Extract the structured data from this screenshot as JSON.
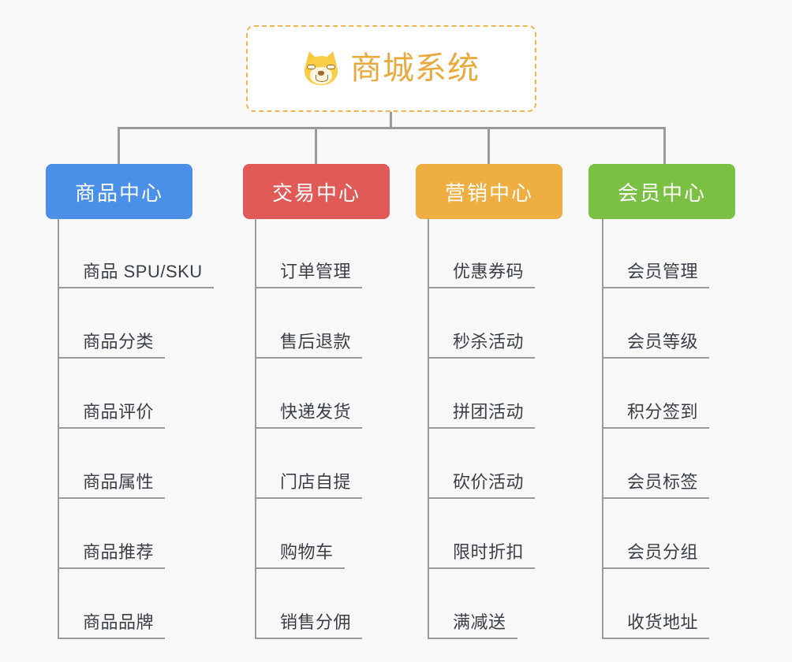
{
  "diagram": {
    "type": "mindmap-tree",
    "background_color": "#f8f8f8",
    "root": {
      "title": "商城系统",
      "icon": "shiba-inu-face-icon",
      "text_color": "#e9a93c",
      "border_color": "#efb552",
      "background_color": "#ffffff"
    },
    "connector_color": "#9a9a9a",
    "branches": [
      {
        "title": "商品中心",
        "color": "#4a90e8",
        "items": [
          "商品 SPU/SKU",
          "商品分类",
          "商品评价",
          "商品属性",
          "商品推荐",
          "商品品牌"
        ]
      },
      {
        "title": "交易中心",
        "color": "#e05a57",
        "items": [
          "订单管理",
          "售后退款",
          "快递发货",
          "门店自提",
          "购物车",
          "销售分佣"
        ]
      },
      {
        "title": "营销中心",
        "color": "#efae41",
        "items": [
          "优惠券码",
          "秒杀活动",
          "拼团活动",
          "砍价活动",
          "限时折扣",
          "满减送"
        ]
      },
      {
        "title": "会员中心",
        "color": "#7ac143",
        "items": [
          "会员管理",
          "会员等级",
          "积分签到",
          "会员标签",
          "会员分组",
          "收货地址"
        ]
      }
    ]
  }
}
